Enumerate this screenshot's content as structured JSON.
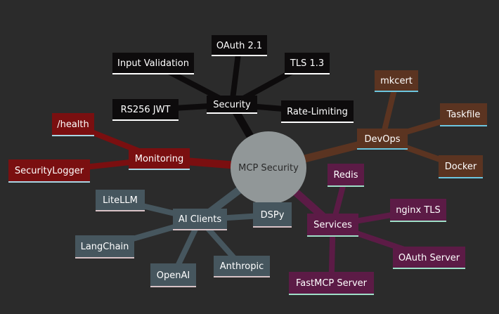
{
  "root": {
    "label": "MCP Security",
    "color": "#919798"
  },
  "branches": {
    "security": {
      "label": "Security",
      "color": "#0d0b0c",
      "underline": "#ffffff",
      "children": [
        "OAuth 2.1",
        "Input Validation",
        "TLS 1.3",
        "RS256 JWT",
        "Rate-Limiting"
      ]
    },
    "devops": {
      "label": "DevOps",
      "color": "#5b3421",
      "underline": "#6cc6e0",
      "children": [
        "mkcert",
        "Taskfile",
        "Docker"
      ]
    },
    "monitoring": {
      "label": "Monitoring",
      "color": "#7a0f10",
      "underline": "#a9d6e4",
      "children": [
        "/health",
        "SecurityLogger"
      ]
    },
    "ai_clients": {
      "label": "AI Clients",
      "color": "#46565e",
      "underline": "#d8c2c6",
      "children": [
        "LiteLLM",
        "DSPy",
        "LangChain",
        "OpenAI",
        "Anthropic"
      ]
    },
    "services": {
      "label": "Services",
      "color": "#5c1b46",
      "underline": "#9fe0c8",
      "children": [
        "Redis",
        "nginx TLS",
        "OAuth Server",
        "FastMCP Server"
      ]
    }
  }
}
